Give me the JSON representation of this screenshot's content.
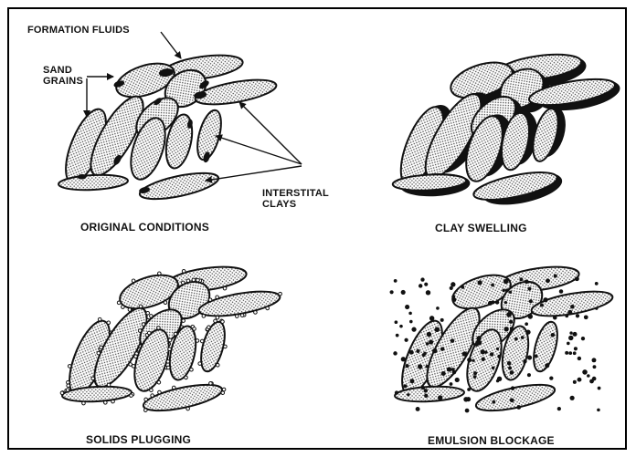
{
  "labels": {
    "formation_fluids": "FORMATION FLUIDS",
    "sand_grains": "SAND\nGRAINS",
    "interstitial_clays": "INTERSTITAL\nCLAYS"
  },
  "panels": [
    {
      "caption": "ORIGINAL CONDITIONS"
    },
    {
      "caption": "CLAY SWELLING"
    },
    {
      "caption": "SOLIDS PLUGGING"
    },
    {
      "caption": "EMULSION BLOCKAGE"
    }
  ],
  "colors": {
    "ink": "#111111",
    "background": "#ffffff",
    "grain_stipple": "#444444"
  }
}
